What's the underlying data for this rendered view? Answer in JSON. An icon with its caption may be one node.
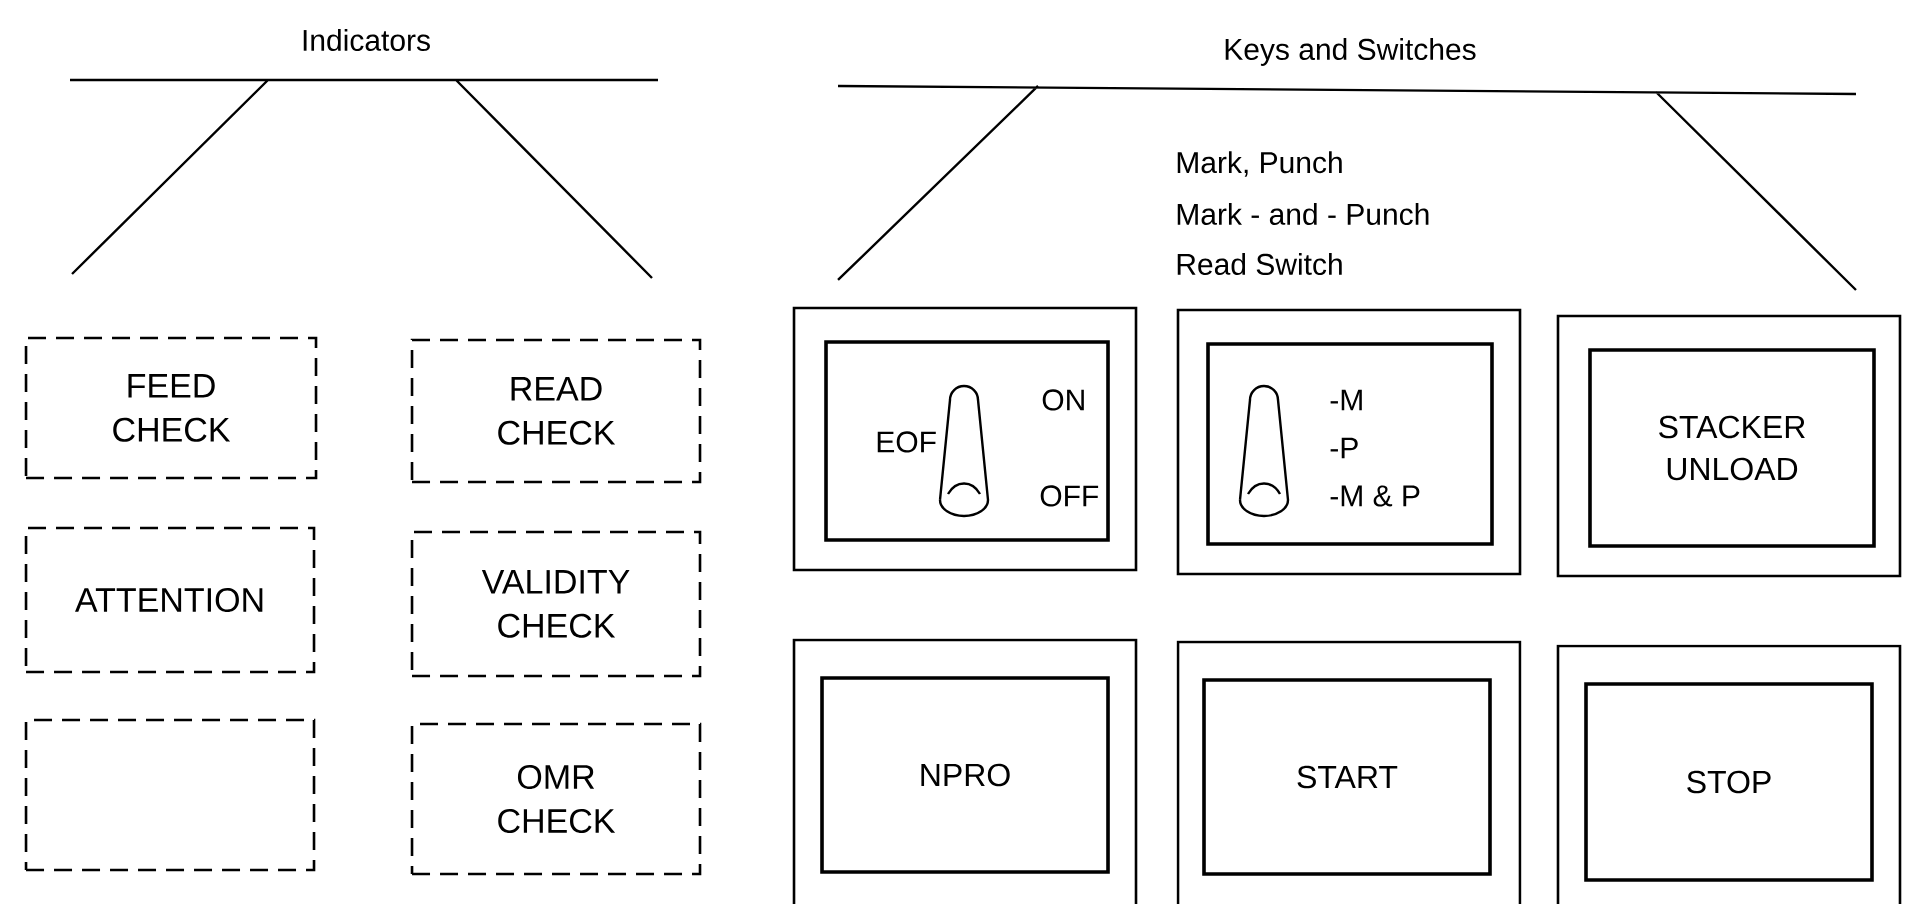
{
  "diagram": {
    "nodes": [
      {
        "text": [
          "FEED CHECK"
        ]
      },
      {
        "text": [
          "READ CHECK"
        ]
      },
      {
        "text": [
          "ATTENTION"
        ]
      },
      {
        "text": [
          "VALIDITY CHECK"
        ]
      },
      {
        "text": [],
        "shape": "box"
      },
      {
        "text": [
          "OMR CHECK"
        ]
      },
      {
        "text": [
          "EOF",
          "ON",
          "OFF"
        ]
      },
      {
        "text": [
          "-M",
          "-P",
          "-M & P"
        ],
        "beside": [
          "Mark, Punch",
          "Mark - and - Punch",
          "Read Switch"
        ]
      },
      {
        "text": [
          "STACKER UNLOAD"
        ]
      },
      {
        "text": [
          "NPRO"
        ]
      },
      {
        "text": [
          "START"
        ]
      },
      {
        "text": [
          "STOP"
        ]
      }
    ],
    "labels": [
      "Indicators",
      "Keys and Switches"
    ]
  }
}
